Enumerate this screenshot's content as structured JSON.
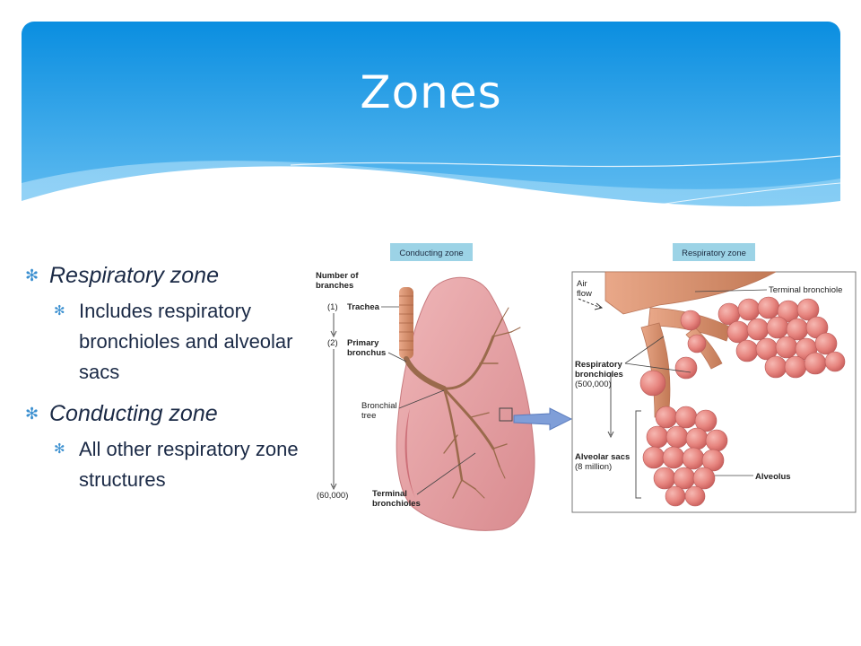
{
  "slide": {
    "title": "Zones",
    "bullets": [
      {
        "text": "Respiratory zone",
        "sub": [
          "Includes respiratory bronchioles and alveolar sacs"
        ]
      },
      {
        "text": "Conducting zone",
        "sub": [
          "All other respiratory zone structures"
        ]
      }
    ]
  },
  "figure": {
    "conducting_zone_label": "Conducting zone",
    "respiratory_zone_label": "Respiratory zone",
    "number_of_branches_label": [
      "Number of",
      "branches"
    ],
    "count_trachea": "(1)",
    "count_primary_bronchus": "(2)",
    "count_terminal_bronchioles": "(60,000)",
    "trachea_label": "Trachea",
    "primary_bronchus_label": [
      "Primary",
      "bronchus"
    ],
    "bronchial_tree_label": [
      "Bronchial",
      "tree"
    ],
    "terminal_bronchioles_label": [
      "Terminal",
      "bronchioles"
    ],
    "air_flow_label": [
      "Air",
      "flow"
    ],
    "terminal_bronchiole_label": "Terminal bronchiole",
    "respiratory_bronchioles_label": [
      "Respiratory",
      "bronchioles"
    ],
    "respiratory_bronchioles_count": "(500,000)",
    "alveolar_sacs_label": "Alveolar sacs",
    "alveolar_sacs_count": "(8 million)",
    "alveolus_label": "Alveolus"
  },
  "colors": {
    "banner_top": "#0a8ee0",
    "banner_bottom": "#7cc9f5",
    "bullet_marker": "#3a8fd0",
    "zone_label_bg": "#9cd3e6",
    "lung_fill": "#e7a3a6",
    "alveolus_fill": "#e7857f"
  }
}
